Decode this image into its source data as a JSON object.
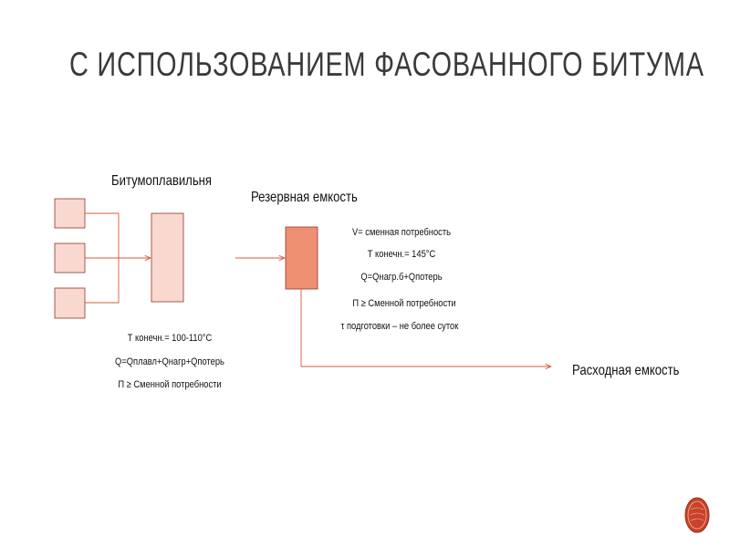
{
  "slide": {
    "title": "С ИСПОЛЬЗОВАНИЕМ ФАСОВАННОГО БИТУМА"
  },
  "diagram": {
    "melter_label": "Битумоплавильня",
    "reserve_label": "Резервная емкость",
    "consumption_label": "Расходная емкость",
    "melter_notes": [
      "Т конечн.= 100-110°С",
      "Q=Qплавл+Qнагр+Qпотерь",
      "П ≥ Сменной потребности"
    ],
    "reserve_notes": [
      "V= сменная потребность",
      "Т конечн.= 145°С",
      "Q=Qнагр.б+Qпотерь",
      "П ≥ Сменной потребности",
      "τ подготовки – не более суток"
    ],
    "colors": {
      "box_light": "#f9d8cf",
      "box_dark": "#ef8f72",
      "line": "#d9583a"
    }
  }
}
